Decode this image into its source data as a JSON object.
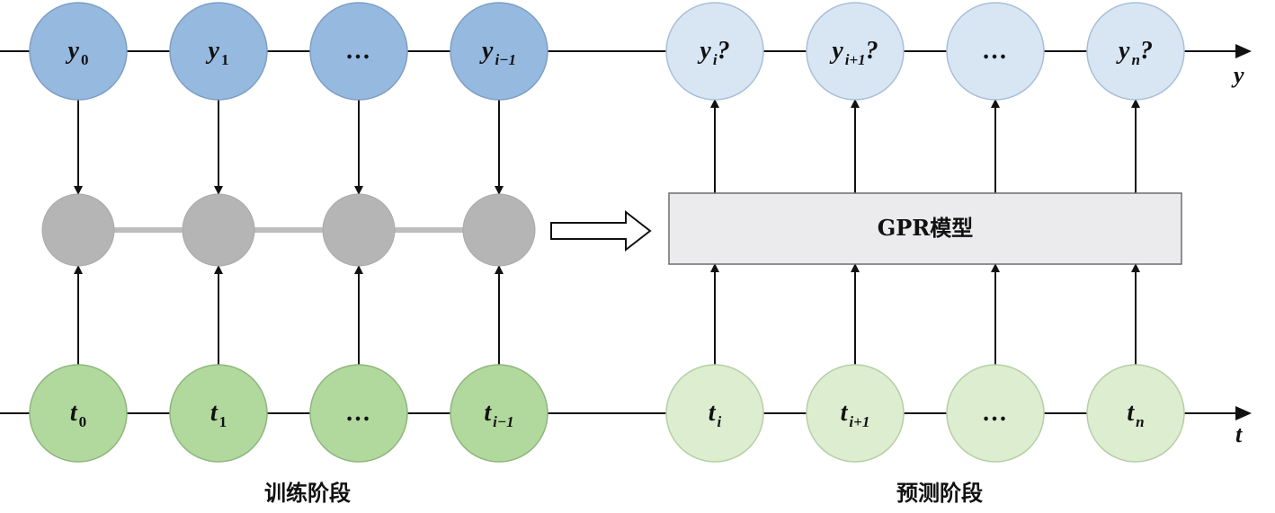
{
  "colors": {
    "y_train": "#96b9df",
    "y_pred": "#d8e6f4",
    "t_train": "#b1d89d",
    "t_pred": "#dcedd0",
    "hidden": "#b5b5b5",
    "model_box": "#ebeaec",
    "line": "#111111"
  },
  "axis": {
    "y_label": "y",
    "t_label": "t"
  },
  "model": {
    "label": "GPR模型"
  },
  "phases": {
    "train": "训练阶段",
    "predict": "预测阶段"
  },
  "train": {
    "y_nodes": [
      {
        "main": "y",
        "sub": "0"
      },
      {
        "main": "y",
        "sub": "1"
      },
      {
        "main": "…",
        "sub": ""
      },
      {
        "main": "y",
        "sub": "i−1"
      }
    ],
    "t_nodes": [
      {
        "main": "t",
        "sub": "0"
      },
      {
        "main": "t",
        "sub": "1"
      },
      {
        "main": "…",
        "sub": ""
      },
      {
        "main": "t",
        "sub": "i−1"
      }
    ]
  },
  "predict": {
    "y_nodes": [
      {
        "main": "y",
        "sub": "i",
        "suffix": "?"
      },
      {
        "main": "y",
        "sub": "i+1",
        "suffix": "?"
      },
      {
        "main": "…",
        "sub": "",
        "suffix": ""
      },
      {
        "main": "y",
        "sub": "n",
        "suffix": "?"
      }
    ],
    "t_nodes": [
      {
        "main": "t",
        "sub": "i"
      },
      {
        "main": "t",
        "sub": "i+1"
      },
      {
        "main": "…",
        "sub": ""
      },
      {
        "main": "t",
        "sub": "n"
      }
    ]
  }
}
